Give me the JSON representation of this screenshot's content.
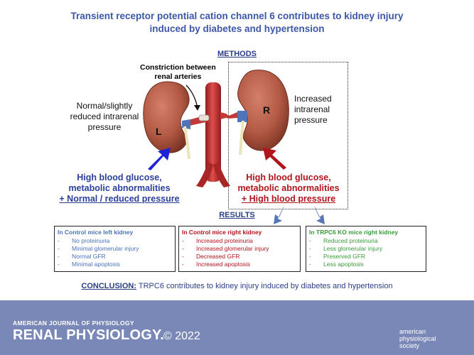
{
  "title_line1": "Transient receptor potential cation channel 6 contributes to kidney injury",
  "title_line2": "induced by diabetes and hypertension",
  "methods_label": "METHODS",
  "constriction_label_line1": "Constriction between",
  "constriction_label_line2": "renal arteries",
  "left_pressure_line1": "Normal/slightly",
  "left_pressure_line2": "reduced intrarenal",
  "left_pressure_line3": "pressure",
  "right_pressure_line1": "Increased",
  "right_pressure_line2": "intrarenal",
  "right_pressure_line3": "pressure",
  "left_kidney_letter": "L",
  "right_kidney_letter": "R",
  "left_condition_line1": "High blood glucose,",
  "left_condition_line2": "metabolic abnormalities",
  "left_condition_line3": "+ Normal / reduced pressure",
  "right_condition_line1": "High blood glucose,",
  "right_condition_line2": "metabolic abnormalities",
  "right_condition_line3": "+ High blood pressure",
  "results_label": "RESULTS",
  "results": [
    {
      "heading": "In Control mice left kidney",
      "items": [
        "No proteinuria",
        "Minimal glomerular injury",
        "Normal GFR",
        "Minimal apoptosis"
      ],
      "color": "#4a73b8"
    },
    {
      "heading": "In Control mice right kidney",
      "items": [
        "Increased proteinuria",
        "Increased glomerular injury",
        "Decreased GFR",
        "Increased apoptosis"
      ],
      "color": "#b0151b"
    },
    {
      "heading": "In TRPC6 KO mice right kidney",
      "items": [
        "Reduced proteinuria",
        "Less glomerular injury",
        "Preserved GFR",
        "Less apoptosis"
      ],
      "color": "#3b9a3b"
    }
  ],
  "bullet": "-",
  "conclusion_label": "CONCLUSION:",
  "conclusion_text": " TRPC6 contributes to kidney injury induced by diabetes and hypertension",
  "footer": {
    "journal": "AMERICAN JOURNAL OF PHYSIOLOGY",
    "section": "RENAL PHYSIOLOGY.",
    "year": "© 2022",
    "society_line1": "american",
    "society_line2": "physiological",
    "society_line3": "society"
  },
  "colors": {
    "blue": "#2c3f9a",
    "red": "#b0151b",
    "green": "#3b9a3b",
    "footer_bg": "#7a88b8",
    "kidney": "#b35a45"
  },
  "icons": [
    "left-kidney-icon",
    "right-kidney-icon",
    "aorta-icon",
    "blue-arrow-icon",
    "red-arrow-icon",
    "results-arrow-icon",
    "aps-logo-icon"
  ]
}
